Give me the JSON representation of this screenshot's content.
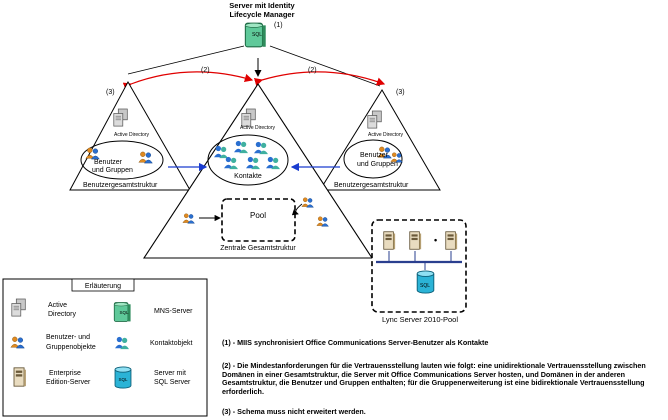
{
  "top_server": {
    "title_line1": "Server mit Identity",
    "title_line2": "Lifecycle Manager",
    "label_sql": "SQL",
    "marker": "(1)"
  },
  "arrow_markers": {
    "left": "(2)",
    "right": "(2)"
  },
  "forest_left": {
    "marker": "(3)",
    "ad_label": "Active Directory",
    "users_line1": "Benutzer",
    "users_line2": "und Gruppen",
    "caption": "Benutzergesamtstruktur"
  },
  "forest_right": {
    "marker": "(3)",
    "ad_label": "Active Directory",
    "users_line1": "Benutzer",
    "users_line2": "und Gruppen",
    "caption": "Benutzergesamtstruktur"
  },
  "forest_central": {
    "ad_label": "Active Directory",
    "contacts_label": "Kontakte",
    "pool_label": "Pool",
    "caption": "Zentrale Gesamtstruktur"
  },
  "lync_pool": {
    "caption": "Lync Server 2010-Pool",
    "dots": "•",
    "label_sql": "SQL"
  },
  "legend": {
    "title": "Erläuterung",
    "items": [
      {
        "icon": "active-directory-icon",
        "label_line1": "Active",
        "label_line2": "Directory"
      },
      {
        "icon": "mns-server-icon",
        "label_line1": "MNS-Server",
        "label_line2": ""
      },
      {
        "icon": "users-groups-icon",
        "label_line1": "Benutzer- und",
        "label_line2": "Gruppenobjekte"
      },
      {
        "icon": "contact-object-icon",
        "label_line1": "Kontaktobjekt",
        "label_line2": ""
      },
      {
        "icon": "enterprise-server-icon",
        "label_line1": "Enterprise",
        "label_line2": "Edition-Server"
      },
      {
        "icon": "sql-server-icon",
        "label_line1": "Server mit",
        "label_line2": "SQL Server"
      }
    ],
    "sql_text": "SQL"
  },
  "notes": {
    "n1": "(1) - MIIS synchronisiert Office Communications Server-Benutzer als Kontakte",
    "n2": "(2) - Die Mindestanforderungen für die Vertrauensstellung lauten wie folgt: eine unidirektionale Vertrauensstellung zwischen Domänen in einer Gesamtstruktur, die Server mit Office Communications Server hosten, und Domänen in der anderen Gesamtstruktur, die Benutzer und Gruppen enthalten; für die Gruppenerweiterung ist eine bidirektionale Vertrauensstellung erforderlich.",
    "n3": "(3) - Schema muss nicht erweitert werden."
  },
  "colors": {
    "red_arrow": "#e00000",
    "blue_arrow": "#1a3ccf",
    "server_green": "#5fc99a",
    "sql_cyan": "#2bb3d6",
    "user_blue": "#2a6fd0",
    "user_orange": "#e08a20"
  }
}
